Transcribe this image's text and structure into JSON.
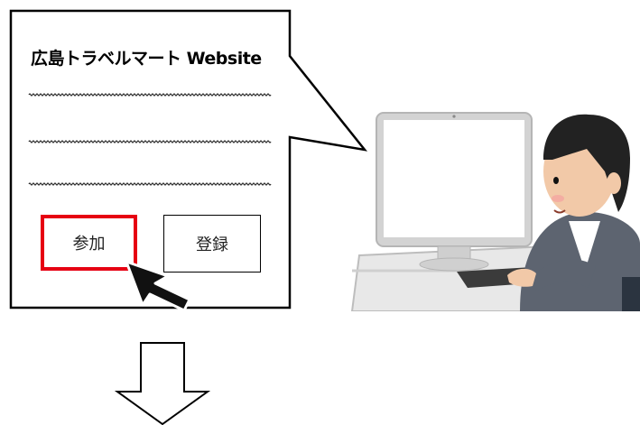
{
  "website_mock": {
    "title": "広島トラベルマート Website",
    "buttons": {
      "join": "参加",
      "register": "登録"
    },
    "highlight_color": "#e60012"
  },
  "illustration": {
    "subject": "person using desktop computer"
  },
  "flow_arrow": {
    "direction": "down"
  }
}
